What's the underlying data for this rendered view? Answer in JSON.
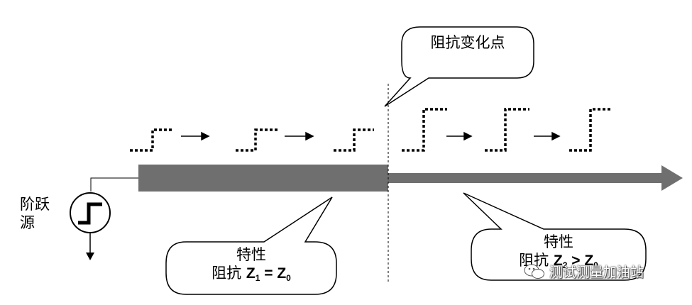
{
  "source": {
    "label_line1": "阶跃",
    "label_line2": "源"
  },
  "callouts": {
    "change_point": "阻抗变化点",
    "left": {
      "line1": "特性",
      "line2_prefix": "阻抗 ",
      "z_left": "Z",
      "z_left_sub": "1",
      "equals": " = ",
      "z_right": "Z",
      "z_right_sub": "0"
    },
    "right": {
      "line1": "特性",
      "line2_prefix": "阻抗 ",
      "z_left": "Z",
      "z_left_sub": "2",
      "relation": " > ",
      "z_right": "Z",
      "z_right_sub": "0"
    }
  },
  "watermark": {
    "text": "测试测量加油站",
    "icon": "wechat-icon"
  },
  "colors": {
    "line": "#6f6f6f",
    "ink": "#000000",
    "background": "#ffffff"
  }
}
